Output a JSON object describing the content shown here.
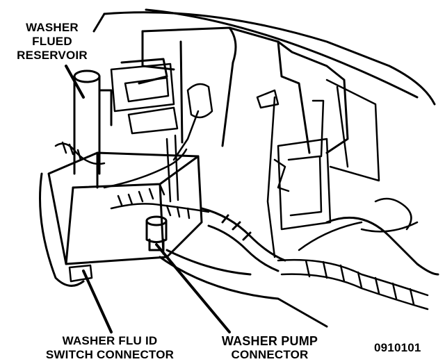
{
  "labels": {
    "reservoir": [
      "WASHER",
      "FLUED",
      "RESERVOIR"
    ],
    "switch_connector": [
      "WASHER FLU ID",
      "SWITCH CONNECTOR"
    ],
    "pump_connector": [
      "WASHER PUMP",
      "CONNECTOR"
    ],
    "figure_id": "0910101"
  }
}
